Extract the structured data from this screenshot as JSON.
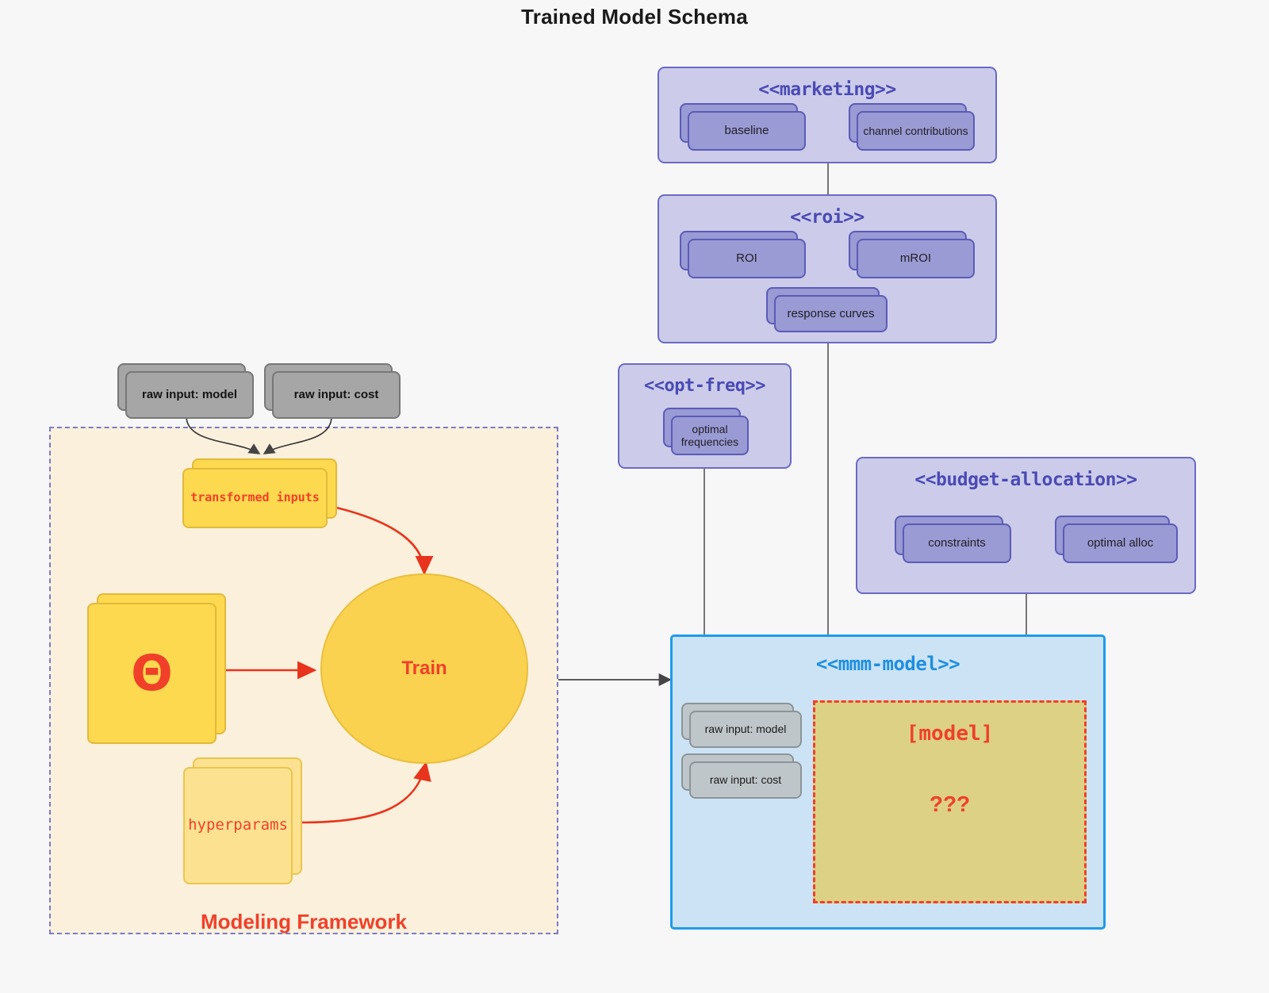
{
  "title": "Trained Model Schema",
  "framework": {
    "label": "Modeling Framework",
    "nodes": {
      "transformed_inputs": "transformed inputs",
      "theta": "Θ",
      "hyperparams": "hyperparams",
      "train": "Train"
    }
  },
  "raw_inputs_top": [
    {
      "label": "raw input: model"
    },
    {
      "label": "raw input: cost"
    }
  ],
  "packages": [
    {
      "name": "marketing",
      "title": "<<marketing>>",
      "nodes": [
        {
          "label": "baseline"
        },
        {
          "label": "channel contributions"
        }
      ]
    },
    {
      "name": "roi",
      "title": "<<roi>>",
      "nodes": [
        {
          "label": "ROI"
        },
        {
          "label": "mROI"
        },
        {
          "label": "response curves"
        }
      ]
    },
    {
      "name": "opt-freq",
      "title": "<<opt-freq>>",
      "nodes": [
        {
          "label": "optimal\nfrequencies"
        }
      ]
    },
    {
      "name": "budget-allocation",
      "title": "<<budget-allocation>>",
      "nodes": [
        {
          "label": "constraints"
        },
        {
          "label": "optimal alloc"
        }
      ]
    },
    {
      "name": "mmm-model",
      "title": "<<mmm-model>>",
      "nodes": [
        {
          "label": "raw input: model"
        },
        {
          "label": "raw input: cost"
        }
      ],
      "model_box": {
        "title": "[model]",
        "unknown": "???"
      }
    }
  ],
  "colors": {
    "background": "#f7f7f7",
    "package_fill": "#ccccea",
    "package_border": "#6a6ac4",
    "package_title": "#4a4ab5",
    "node_fill": "#9a9ad4",
    "node_border": "#5b5bb8",
    "mmm_fill": "#cce3f5",
    "mmm_border": "#1e9bea",
    "mmm_title": "#1e8fe0",
    "framework_fill": "#faf0dc",
    "framework_border": "#7a7ac8",
    "accent_red": "#f0402a",
    "yellow_fill": "#fcd94f",
    "pale_yellow_fill": "#fce191",
    "model_box_fill": "#dcd185",
    "gray_fill": "#a6a6a6",
    "gray_light_fill": "#bfc6c9"
  }
}
